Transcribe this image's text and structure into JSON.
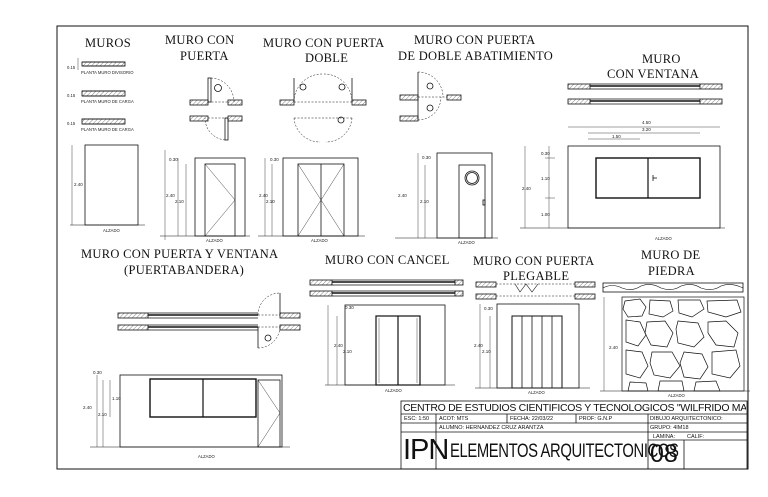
{
  "sheet": {
    "titles": {
      "muros": "MUROS",
      "muro_puerta_1": "MURO CON",
      "muro_puerta_2": "PUERTA",
      "puerta_doble_1": "MURO CON PUERTA",
      "puerta_doble_2": "DOBLE",
      "doble_abat_1": "MURO CON PUERTA",
      "doble_abat_2": "DE DOBLE ABATIMIENTO",
      "ventana_1": "MURO",
      "ventana_2": "CON VENTANA",
      "puerta_ventana_1": "MURO CON PUERTA Y VENTANA",
      "puerta_ventana_2": "(PUERTABANDERA)",
      "cancel": "MURO CON CANCEL",
      "plegable_1": "MURO CON PUERTA",
      "plegable_2": "PLEGABLE",
      "piedra_1": "MURO DE",
      "piedra_2": "PIEDRA"
    },
    "wall_labels": {
      "divisorio": "PLANTA MURO DIVISORIO",
      "carga_1": "PLANTA MURO DE CARGA",
      "carga_2": "PLANTA MURO DE CARGA",
      "thick_1": "0.15",
      "thick_2": "0.15",
      "thick_3": "0.15"
    },
    "alzado": "ALZADO",
    "dims": {
      "h240": "2.40",
      "h210": "2.10",
      "h030": "0.30",
      "h110": "1.10",
      "h100": "1.00",
      "w450": "4.50",
      "w320": "3.20",
      "w150": "1.50"
    }
  },
  "title_block": {
    "school": "CENTRO DE ESTUDIOS CIENTIFICOS Y TECNOLOGICOS \"WILFRIDO MASSIEU\"",
    "esc": "ESC: 1:50",
    "acot": "ACOT: MTS",
    "fecha": "FECHA: 22/03/22",
    "prof": "PROF: G.N.P",
    "subject": "DIBUJO ARQUITECTONICO:",
    "alumno": "ALUMNO: HERNANDEZ CRUZ ARANTZA",
    "grupo": "GRUPO: 4IM18",
    "logo": "IPN",
    "sheet_title": "ELEMENTOS ARQUITECTONICOS",
    "lamina_label": "LAMINA:",
    "calif_label": "CALIF:",
    "lamina_num": "08"
  }
}
